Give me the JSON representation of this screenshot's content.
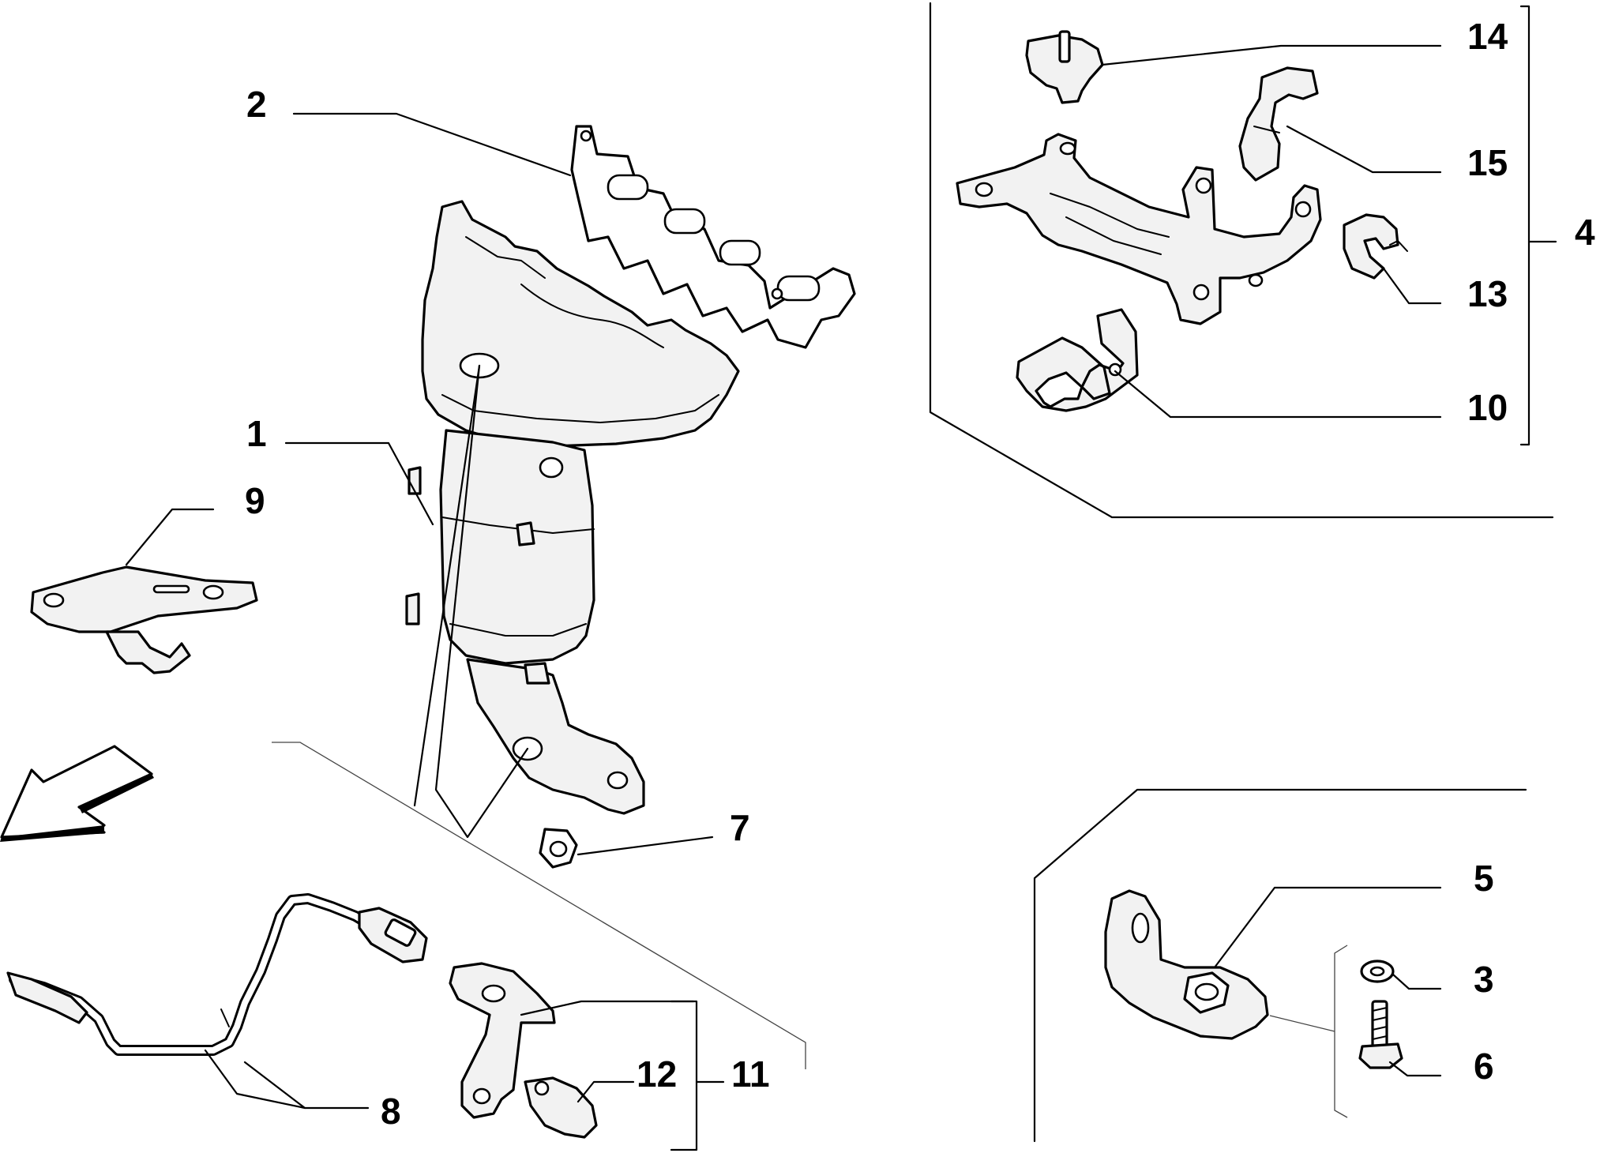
{
  "callouts": {
    "n1": "1",
    "n2": "2",
    "n3": "3",
    "n4": "4",
    "n5": "5",
    "n6": "6",
    "n7": "7",
    "n8": "8",
    "n9": "9",
    "n10": "10",
    "n11": "11",
    "n12": "12",
    "n13": "13",
    "n14": "14",
    "n15": "15"
  }
}
